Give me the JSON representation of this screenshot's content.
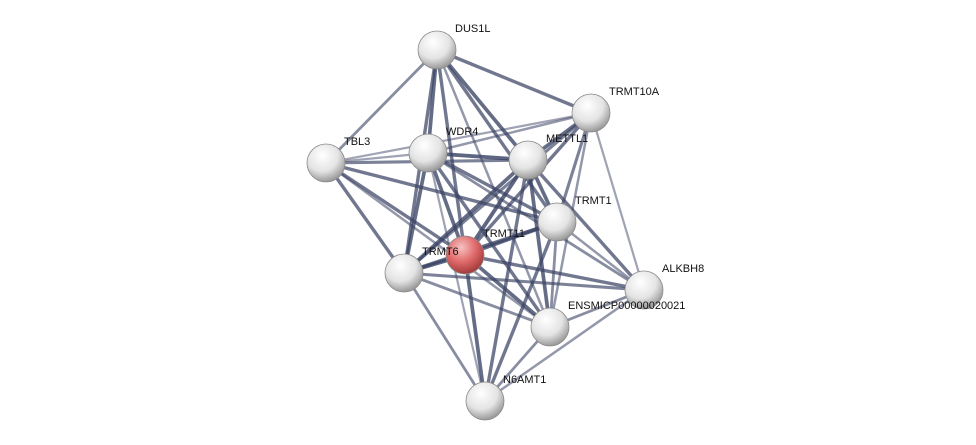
{
  "network": {
    "query_color": "#e05a5a",
    "node_color": "#e8e8e8",
    "edge_color": "#3c4466",
    "nodes": [
      {
        "id": "DUS1L",
        "label": "DUS1L",
        "query": false
      },
      {
        "id": "TRMT10A",
        "label": "TRMT10A",
        "query": false
      },
      {
        "id": "TBL3",
        "label": "TBL3",
        "query": false
      },
      {
        "id": "WDR4",
        "label": "WDR4",
        "query": false
      },
      {
        "id": "METTL1",
        "label": "METTL1",
        "query": false
      },
      {
        "id": "TRMT1",
        "label": "TRMT1",
        "query": false
      },
      {
        "id": "TRMT11",
        "label": "TRMT11",
        "query": true
      },
      {
        "id": "TRMT6",
        "label": "TRMT6",
        "query": false
      },
      {
        "id": "ALKBH8",
        "label": "ALKBH8",
        "query": false
      },
      {
        "id": "ENSMICP00000020021",
        "label": "ENSMICP00000020021",
        "query": false
      },
      {
        "id": "N6AMT1",
        "label": "N6AMT1",
        "query": false
      }
    ],
    "edges": [
      [
        "DUS1L",
        "TBL3",
        0.6
      ],
      [
        "DUS1L",
        "WDR4",
        0.9
      ],
      [
        "DUS1L",
        "METTL1",
        0.9
      ],
      [
        "DUS1L",
        "TRMT10A",
        0.8
      ],
      [
        "DUS1L",
        "TRMT1",
        0.8
      ],
      [
        "DUS1L",
        "TRMT11",
        0.8
      ],
      [
        "DUS1L",
        "TRMT6",
        0.8
      ],
      [
        "DUS1L",
        "ENSMICP00000020021",
        0.5
      ],
      [
        "TRMT10A",
        "WDR4",
        0.5
      ],
      [
        "TRMT10A",
        "METTL1",
        0.9
      ],
      [
        "TRMT10A",
        "TBL3",
        0.4
      ],
      [
        "TRMT10A",
        "TRMT11",
        0.8
      ],
      [
        "TRMT10A",
        "TRMT6",
        0.7
      ],
      [
        "TRMT10A",
        "ALKBH8",
        0.4
      ],
      [
        "TRMT10A",
        "TRMT1",
        0.7
      ],
      [
        "TRMT10A",
        "ENSMICP00000020021",
        0.5
      ],
      [
        "TBL3",
        "WDR4",
        0.4
      ],
      [
        "TBL3",
        "METTL1",
        0.7
      ],
      [
        "TBL3",
        "TRMT11",
        0.8
      ],
      [
        "TBL3",
        "TRMT6",
        0.8
      ],
      [
        "TBL3",
        "TRMT1",
        0.8
      ],
      [
        "TBL3",
        "ENSMICP00000020021",
        0.5
      ],
      [
        "WDR4",
        "METTL1",
        0.95
      ],
      [
        "WDR4",
        "TRMT11",
        0.9
      ],
      [
        "WDR4",
        "TRMT6",
        0.9
      ],
      [
        "WDR4",
        "TRMT1",
        0.8
      ],
      [
        "WDR4",
        "ALKBH8",
        0.6
      ],
      [
        "WDR4",
        "ENSMICP00000020021",
        0.8
      ],
      [
        "WDR4",
        "N6AMT1",
        0.4
      ],
      [
        "METTL1",
        "TRMT11",
        0.95
      ],
      [
        "METTL1",
        "TRMT6",
        0.9
      ],
      [
        "METTL1",
        "TRMT1",
        0.9
      ],
      [
        "METTL1",
        "ALKBH8",
        0.8
      ],
      [
        "METTL1",
        "ENSMICP00000020021",
        0.9
      ],
      [
        "METTL1",
        "N6AMT1",
        0.8
      ],
      [
        "TRMT1",
        "TRMT11",
        0.9
      ],
      [
        "TRMT1",
        "TRMT6",
        0.9
      ],
      [
        "TRMT1",
        "ALKBH8",
        0.5
      ],
      [
        "TRMT1",
        "ENSMICP00000020021",
        0.6
      ],
      [
        "TRMT1",
        "N6AMT1",
        0.8
      ],
      [
        "TRMT11",
        "TRMT6",
        0.95
      ],
      [
        "TRMT11",
        "ALKBH8",
        0.8
      ],
      [
        "TRMT11",
        "ENSMICP00000020021",
        0.9
      ],
      [
        "TRMT11",
        "N6AMT1",
        0.9
      ],
      [
        "TRMT6",
        "ALKBH8",
        0.7
      ],
      [
        "TRMT6",
        "ENSMICP00000020021",
        0.6
      ],
      [
        "TRMT6",
        "N6AMT1",
        0.6
      ],
      [
        "ALKBH8",
        "ENSMICP00000020021",
        0.6
      ],
      [
        "ALKBH8",
        "N6AMT1",
        0.5
      ],
      [
        "ENSMICP00000020021",
        "N6AMT1",
        0.6
      ]
    ]
  }
}
